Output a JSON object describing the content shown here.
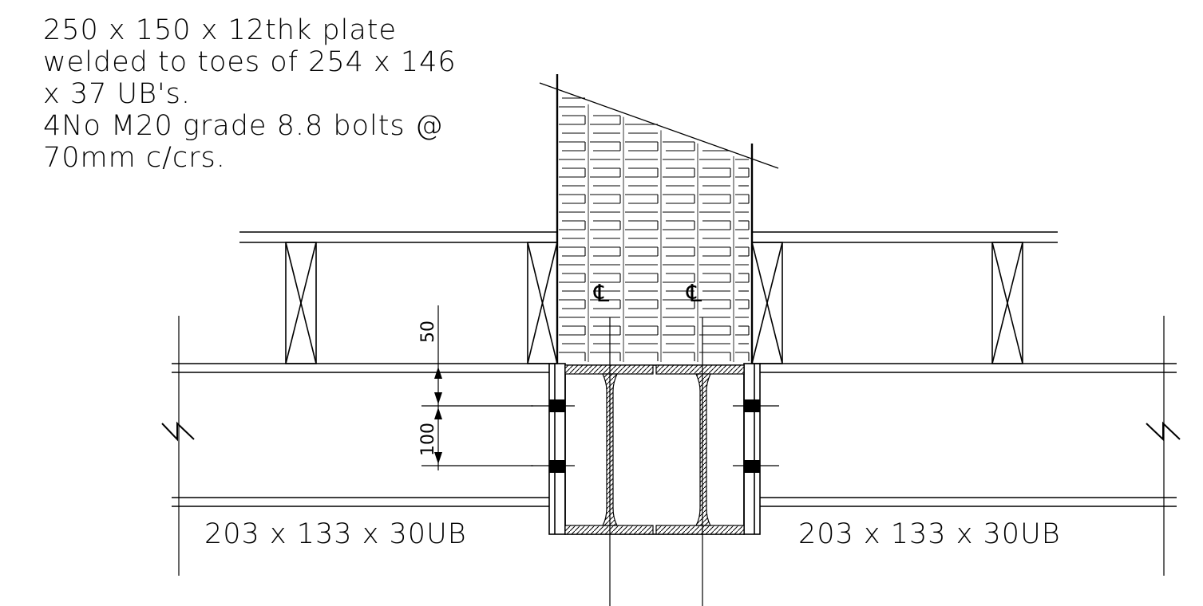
{
  "note": {
    "lines": [
      "250 x 150 x 12thk plate",
      "welded to toes of 254 x 146",
      "x 37 UB's.",
      "4No M20 grade 8.8 bolts @",
      "70mm c/crs."
    ]
  },
  "beam_left_label": "203 x 133 x 30UB",
  "beam_right_label": "203 x 133 x 30UB",
  "dimensions": {
    "top": "50",
    "mid": "100"
  },
  "centreline_symbol": "℄"
}
